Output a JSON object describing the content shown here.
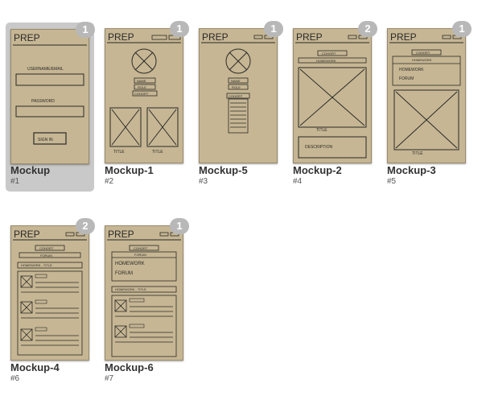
{
  "mockups": [
    {
      "name": "Mockup",
      "number": "#1",
      "badge": "1",
      "selected": true
    },
    {
      "name": "Mockup-1",
      "number": "#2",
      "badge": "1",
      "selected": false
    },
    {
      "name": "Mockup-5",
      "number": "#3",
      "badge": "1",
      "selected": false
    },
    {
      "name": "Mockup-2",
      "number": "#4",
      "badge": "2",
      "selected": false
    },
    {
      "name": "Mockup-3",
      "number": "#5",
      "badge": "1",
      "selected": false
    },
    {
      "name": "Mockup-4",
      "number": "#6",
      "badge": "2",
      "selected": false
    },
    {
      "name": "Mockup-6",
      "number": "#7",
      "badge": "1",
      "selected": false
    }
  ],
  "sketch_text": {
    "app_title": "PREP",
    "username": "USERNAME/EMAIL",
    "password": "PASSWORD",
    "sign_in": "SIGN IN",
    "name": "NAME",
    "role": "ROLE",
    "cohort": "COHORT",
    "title": "TITLE",
    "homework": "HOMEWORK",
    "forum": "FORUM",
    "description": "DESCRIPTION",
    "homework_title": "HOMEWORK - TITLE",
    "forum_mixed": "FORUM",
    "homework_mixed": "HOMEWORK",
    "cohort_lower": "COHORT"
  }
}
